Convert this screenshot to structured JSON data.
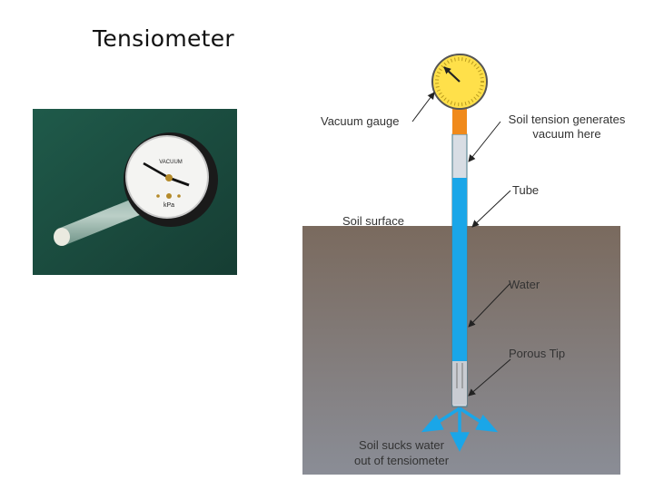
{
  "slide": {
    "title": "Tensiometer"
  },
  "photo": {
    "gauge_unit": "kPa",
    "gauge_word": "VACUUM"
  },
  "diagram": {
    "labels": {
      "vacuum_gauge": "Vacuum gauge",
      "soil_tension_1": "Soil tension generates",
      "soil_tension_2": "vacuum here",
      "tube": "Tube",
      "soil_surface": "Soil surface",
      "water": "Water",
      "porous_tip": "Porous Tip",
      "soil_sucks_1": "Soil sucks water",
      "soil_sucks_2": "out of tensiometer"
    },
    "colors": {
      "gauge_face": "#ffe04a",
      "gauge_cap": "#f08a1c",
      "water": "#1aa6e8",
      "soil_top": "#7a6a5e",
      "soil_bottom": "#8a8d96",
      "arrows": "#1aa6e8"
    }
  }
}
